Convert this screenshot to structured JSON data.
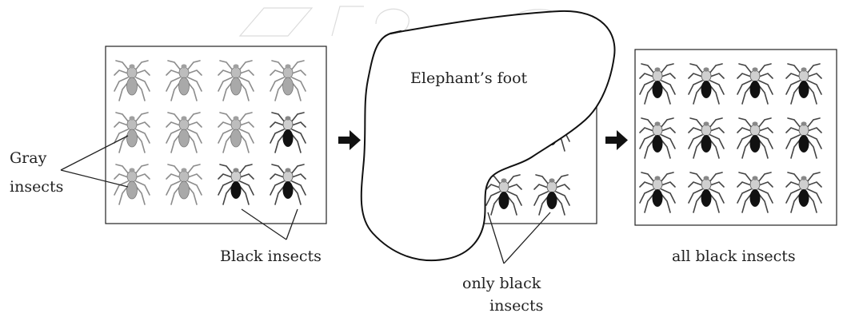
{
  "labels": {
    "gray_insects_line1": "Gray",
    "gray_insects_line2": "insects",
    "black_insects": "Black insects",
    "elephant_foot": "Elephant’s foot",
    "only_black_line1": "only black",
    "only_black_line2": "insects",
    "all_black": "all black insects"
  },
  "panels": {
    "before": {
      "grid": [
        [
          "gray",
          "gray",
          "gray",
          "gray"
        ],
        [
          "gray",
          "gray",
          "gray",
          "black"
        ],
        [
          "gray",
          "gray",
          "black",
          "black"
        ]
      ]
    },
    "during": {
      "visible": [
        [
          "",
          "",
          "",
          "black"
        ],
        [
          "",
          "",
          "black",
          "black"
        ]
      ]
    },
    "after": {
      "grid": [
        [
          "black",
          "black",
          "black",
          "black"
        ],
        [
          "black",
          "black",
          "black",
          "black"
        ],
        [
          "black",
          "black",
          "black",
          "black"
        ]
      ]
    }
  },
  "colors": {
    "gray_body": "#a9a9a9",
    "gray_leg": "#8c8c8c",
    "black_body": "#111111",
    "black_leg": "#3a3a3a",
    "line": "#222222"
  },
  "icons": {
    "arrow": "right-arrow-icon",
    "insect": "spider-icon"
  }
}
